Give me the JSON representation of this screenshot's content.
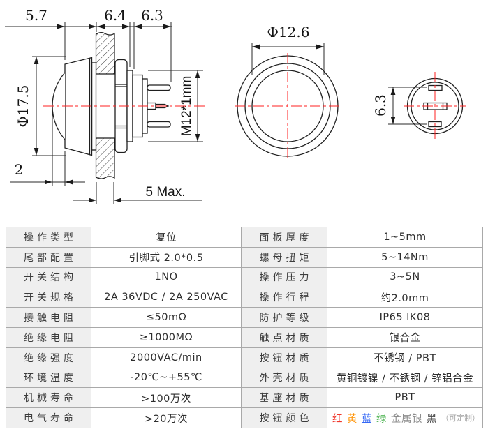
{
  "drawing": {
    "line_color": "#1f1f1f",
    "dimension_color": "#2a2a2a",
    "centerline_color": "#ff2222",
    "side_view": {
      "dim_head_to_panel": "5.7",
      "dim_panel_to_nut": "6.4",
      "dim_body_to_pins": "6.3",
      "dim_head_diameter": "Φ17.5",
      "dim_dome_protrusion": "2",
      "dim_panel_thickness_max": "5 Max.",
      "dim_thread": "M12*1mm"
    },
    "front_view": {
      "dim_button_diameter": "Φ12.6"
    },
    "rear_view": {
      "dim_pin_spacing": "6.3"
    }
  },
  "spec_table": {
    "border_color": "#a9a9a9",
    "label_bg": "#efefef",
    "rows": [
      {
        "l1": "操作类型",
        "v1": "复位",
        "l2": "面板厚度",
        "v2": "1~5mm"
      },
      {
        "l1": "尾部配置",
        "v1": "引脚式 2.0*0.5",
        "l2": "螺母扭矩",
        "v2": "5~14Nm"
      },
      {
        "l1": "开关结构",
        "v1": "1NO",
        "l2": "操作压力",
        "v2": "3~5N"
      },
      {
        "l1": "开关规格",
        "v1": "2A 36VDC / 2A 250VAC",
        "l2": "操作行程",
        "v2": "约2.0mm"
      },
      {
        "l1": "接触电阻",
        "v1": "≤50mΩ",
        "l2": "防护等级",
        "v2": "IP65  IK08"
      },
      {
        "l1": "绝缘电阻",
        "v1": "≥1000MΩ",
        "l2": "触点材质",
        "v2": "银合金"
      },
      {
        "l1": "绝缘强度",
        "v1": "2000VAC/min",
        "l2": "按钮材质",
        "v2": "不锈钢 / PBT"
      },
      {
        "l1": "环境温度",
        "v1": "-20℃~+55℃",
        "l2": "外壳材质",
        "v2": "黄铜镀镍 / 不锈钢 / 锌铝合金"
      },
      {
        "l1": "机械寿命",
        "v1": ">100万次",
        "l2": "基座材质",
        "v2": "PBT"
      },
      {
        "l1": "电气寿命",
        "v1": ">20万次",
        "l2": "按钮颜色",
        "color_options": [
          {
            "text": "红",
            "color": "#f0372b"
          },
          {
            "text": "黄",
            "color": "#ff9100"
          },
          {
            "text": "蓝",
            "color": "#3568f5"
          },
          {
            "text": "绿",
            "color": "#58b85c"
          },
          {
            "text": "金属银",
            "color": "#8d8d8d"
          },
          {
            "text": "黑",
            "color": "#4a4a4a"
          }
        ],
        "note": {
          "text": "（可定制）",
          "color": "#a6a6a6"
        }
      }
    ]
  }
}
